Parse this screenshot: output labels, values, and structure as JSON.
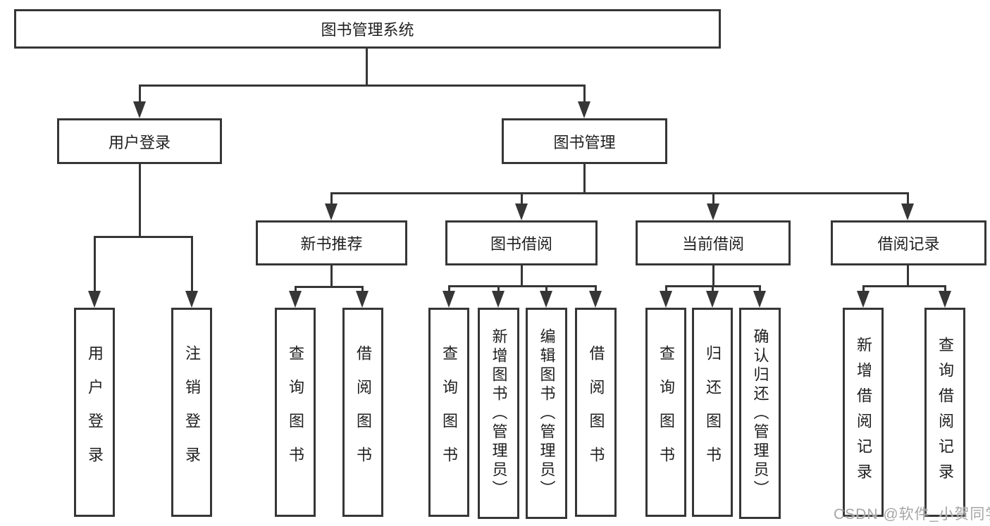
{
  "diagram": {
    "type": "hierarchy-tree",
    "root": {
      "label": "图书管理系统",
      "children": [
        {
          "label": "用户登录",
          "children": [
            {
              "label": "用户登录"
            },
            {
              "label": "注销登录"
            }
          ]
        },
        {
          "label": "图书管理",
          "children": [
            {
              "label": "新书推荐",
              "children": [
                {
                  "label": "查询图书"
                },
                {
                  "label": "借阅图书"
                }
              ]
            },
            {
              "label": "图书借阅",
              "children": [
                {
                  "label": "查询图书"
                },
                {
                  "label": "新增图书（管理员）"
                },
                {
                  "label": "编辑图书（管理员）"
                },
                {
                  "label": "借阅图书"
                }
              ]
            },
            {
              "label": "当前借阅",
              "children": [
                {
                  "label": "查询图书"
                },
                {
                  "label": "归还图书"
                },
                {
                  "label": "确认归还（管理员）"
                }
              ]
            },
            {
              "label": "借阅记录",
              "children": [
                {
                  "label": "新增借阅记录"
                },
                {
                  "label": "查询借阅记录"
                }
              ]
            }
          ]
        }
      ]
    }
  },
  "watermark": {
    "text": "CSDN @软件_小贺同学"
  },
  "colors": {
    "line": "#363636",
    "text": "#1f1f1f",
    "watermark": "#a6a6a6",
    "background": "#ffffff"
  }
}
